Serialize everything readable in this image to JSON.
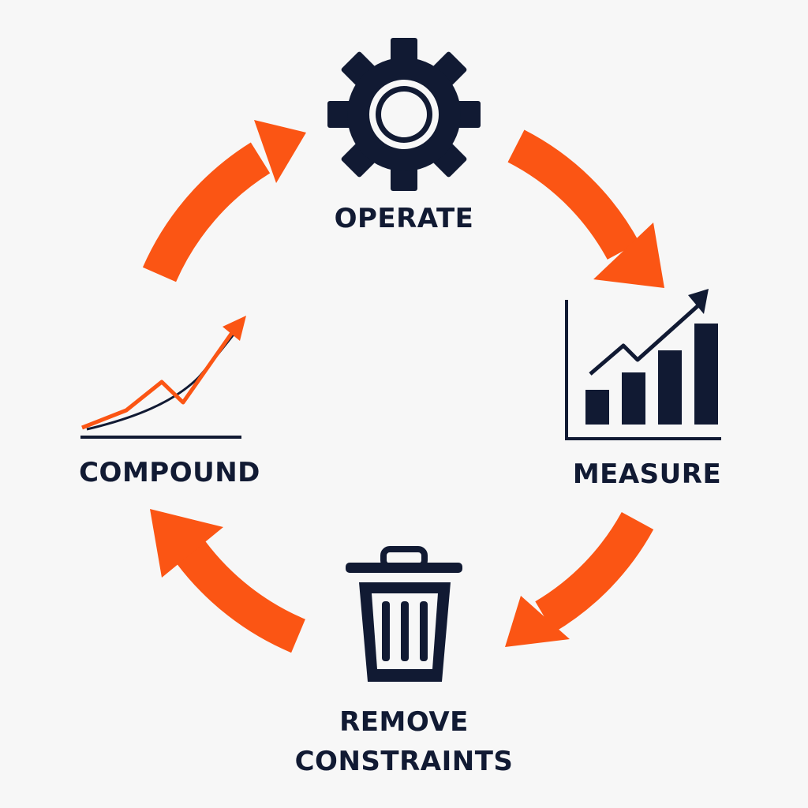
{
  "colors": {
    "background": "#f7f7f7",
    "arrow": "#fb5514",
    "icon": "#111a33"
  },
  "stages": {
    "operate": {
      "label": "OPERATE",
      "icon": "gear-icon"
    },
    "measure": {
      "label": "MEASURE",
      "icon": "bar-chart-trend-icon"
    },
    "remove": {
      "line1": "REMOVE",
      "line2": "CONSTRAINTS",
      "icon": "trash-can-icon"
    },
    "compound": {
      "label": "COMPOUND",
      "icon": "growth-line-chart-icon"
    }
  }
}
